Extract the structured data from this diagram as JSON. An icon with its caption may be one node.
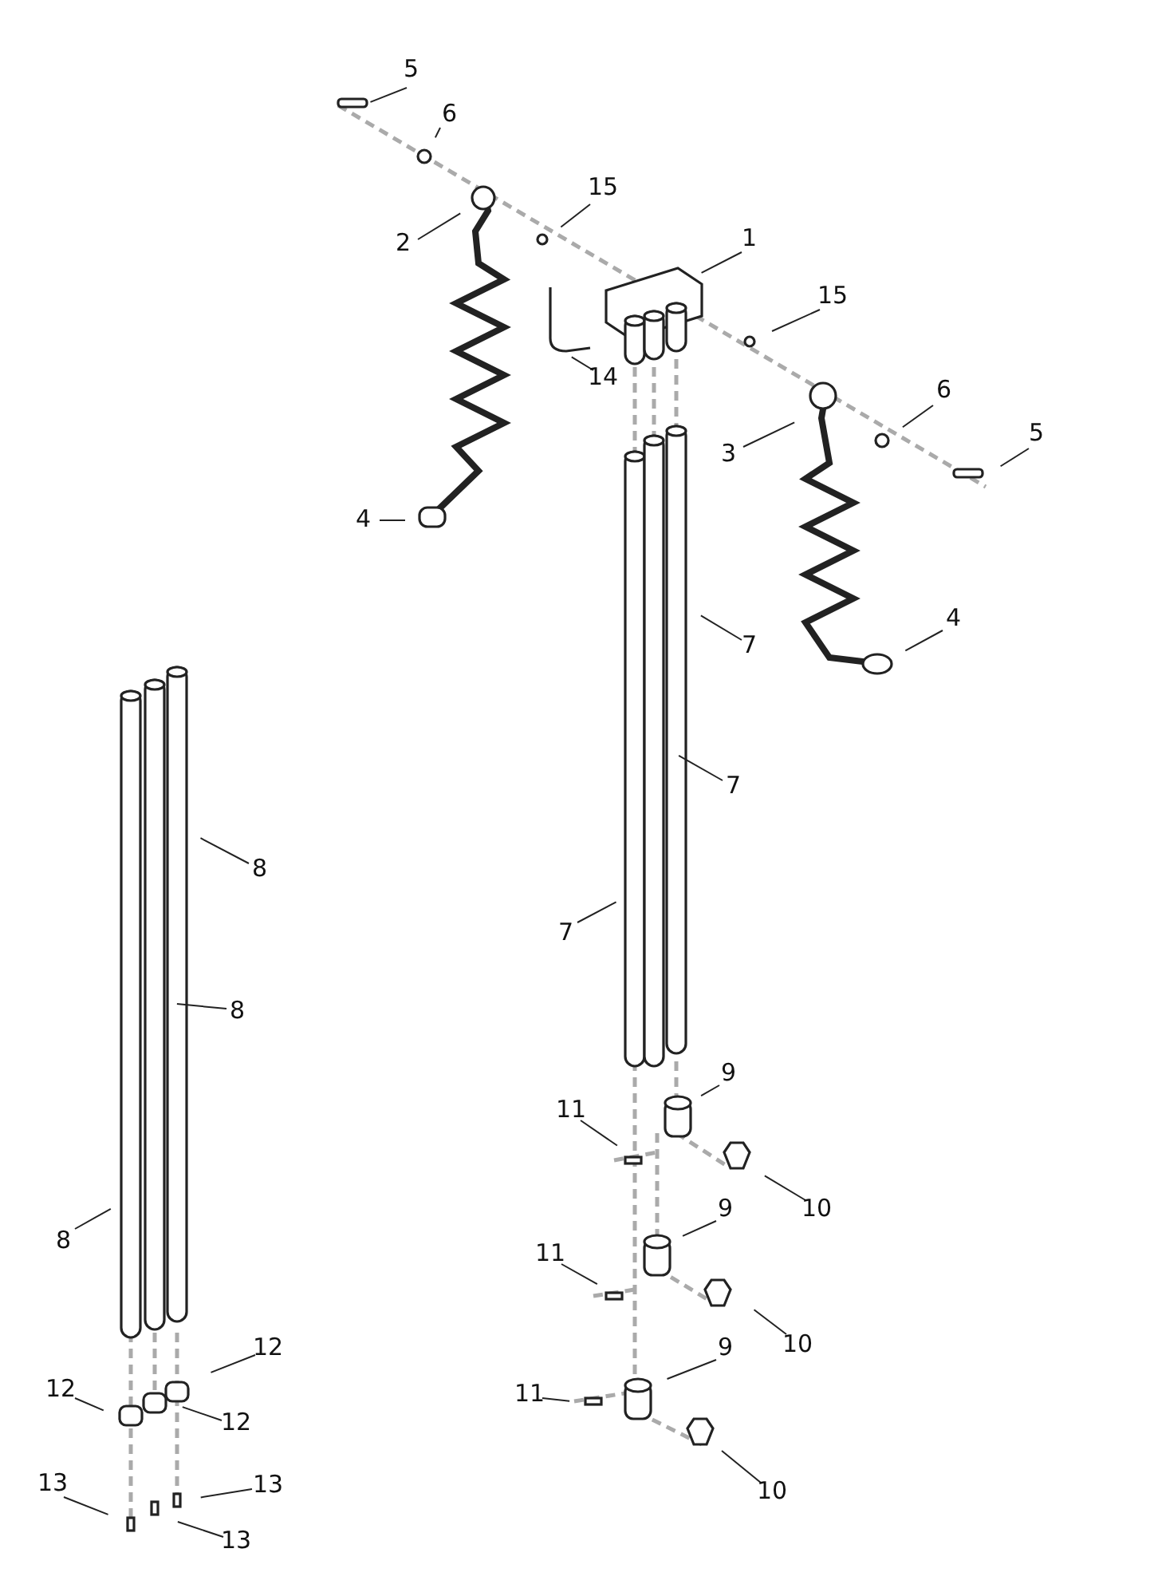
{
  "diagram": {
    "nodes": [
      {
        "text": [
          "5"
        ]
      },
      {
        "text": [
          "6"
        ]
      },
      {
        "text": [
          "15"
        ]
      },
      {
        "text": [
          "1"
        ]
      },
      {
        "text": [
          "2"
        ]
      },
      {
        "text": [
          "15"
        ]
      },
      {
        "text": [
          "14"
        ]
      },
      {
        "text": [
          "6"
        ]
      },
      {
        "text": [
          "5"
        ]
      },
      {
        "text": [
          "3"
        ]
      },
      {
        "text": [
          "4"
        ]
      },
      {
        "text": [
          "4"
        ]
      },
      {
        "text": [
          "7"
        ]
      },
      {
        "text": [
          "7"
        ]
      },
      {
        "text": [
          "8"
        ]
      },
      {
        "text": [
          "7"
        ]
      },
      {
        "text": [
          "8"
        ]
      },
      {
        "text": [
          "9"
        ]
      },
      {
        "text": [
          "11"
        ]
      },
      {
        "text": [
          "10"
        ]
      },
      {
        "text": [
          "9"
        ]
      },
      {
        "text": [
          "8"
        ]
      },
      {
        "text": [
          "11"
        ]
      },
      {
        "text": [
          "10"
        ]
      },
      {
        "text": [
          "12"
        ]
      },
      {
        "text": [
          "9"
        ]
      },
      {
        "text": [
          "12"
        ]
      },
      {
        "text": [
          "11"
        ]
      },
      {
        "text": [
          "12"
        ]
      },
      {
        "text": [
          "13"
        ]
      },
      {
        "text": [
          "13"
        ]
      },
      {
        "text": [
          "10"
        ]
      },
      {
        "text": [
          "13"
        ]
      }
    ],
    "edges": [
      {
        "from": 0,
        "to": null,
        "arrow": "none"
      },
      {
        "from": 1,
        "to": null,
        "arrow": "none"
      },
      {
        "from": 2,
        "to": null,
        "arrow": "none"
      },
      {
        "from": 3,
        "to": null,
        "arrow": "none"
      },
      {
        "from": 4,
        "to": null,
        "arrow": "none"
      },
      {
        "from": 5,
        "to": null,
        "arrow": "none"
      },
      {
        "from": 6,
        "to": null,
        "arrow": "none"
      },
      {
        "from": 7,
        "to": null,
        "arrow": "none"
      },
      {
        "from": 8,
        "to": null,
        "arrow": "none"
      },
      {
        "from": 9,
        "to": null,
        "arrow": "none"
      },
      {
        "from": 10,
        "to": null,
        "arrow": "none"
      },
      {
        "from": 11,
        "to": null,
        "arrow": "none"
      },
      {
        "from": 12,
        "to": null,
        "arrow": "none"
      },
      {
        "from": 13,
        "to": null,
        "arrow": "none"
      },
      {
        "from": 14,
        "to": null,
        "arrow": "none"
      },
      {
        "from": 15,
        "to": null,
        "arrow": "none"
      },
      {
        "from": 16,
        "to": null,
        "arrow": "none"
      },
      {
        "from": 17,
        "to": null,
        "arrow": "none"
      },
      {
        "from": 18,
        "to": null,
        "arrow": "none"
      },
      {
        "from": 19,
        "to": null,
        "arrow": "none"
      },
      {
        "from": 20,
        "to": null,
        "arrow": "none"
      },
      {
        "from": 21,
        "to": null,
        "arrow": "none"
      },
      {
        "from": 22,
        "to": null,
        "arrow": "none"
      },
      {
        "from": 23,
        "to": null,
        "arrow": "none"
      },
      {
        "from": 24,
        "to": null,
        "arrow": "none"
      },
      {
        "from": 25,
        "to": null,
        "arrow": "none"
      },
      {
        "from": 26,
        "to": null,
        "arrow": "none"
      },
      {
        "from": 27,
        "to": null,
        "arrow": "none"
      },
      {
        "from": 28,
        "to": null,
        "arrow": "none"
      },
      {
        "from": 29,
        "to": null,
        "arrow": "none"
      },
      {
        "from": 30,
        "to": null,
        "arrow": "none"
      },
      {
        "from": 31,
        "to": null,
        "arrow": "none"
      },
      {
        "from": 32,
        "to": null,
        "arrow": "none"
      }
    ]
  }
}
